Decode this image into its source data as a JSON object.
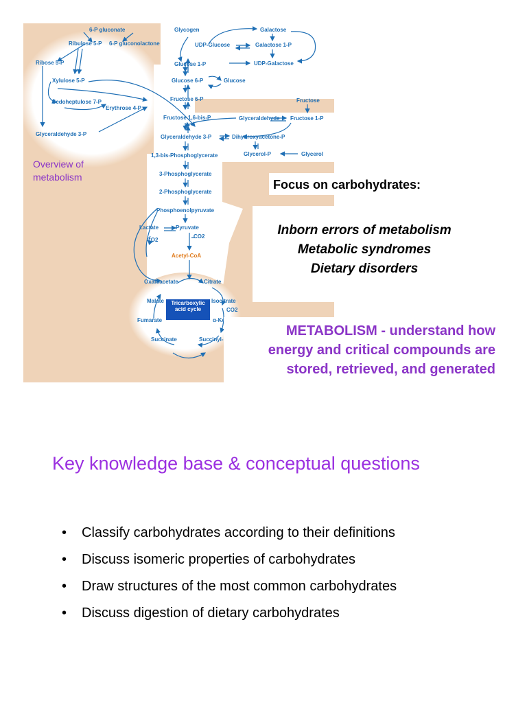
{
  "figure": {
    "pathway_labels": {
      "p6_gluconate": "6-P gluconate",
      "ribulose_5p": "Ribulose 5-P",
      "p6_gluconolactone": "6-P gluconolactone",
      "ribose_5p": "Ribose 5-P",
      "xylulose_5p": "Xylulose 5-P",
      "sedoheptulose_7p": "Sedoheptulose 7-P",
      "erythrose_4p": "Erythrose 4-P",
      "glyceraldehyde_3p_left": "Glyceraldehyde 3-P",
      "glycogen": "Glycogen",
      "udp_glucose": "UDP-Glucose",
      "galactose": "Galactose",
      "galactose_1p": "Galactose 1-P",
      "udp_galactose": "UDP-Galactose",
      "glucose_1p": "Glucose 1-P",
      "glucose_6p": "Glucose 6-P",
      "glucose": "Glucose",
      "fructose_6p": "Fructose 6-P",
      "fructose": "Fructose",
      "fructose_16bisp": "Fructose 1,6-bis-P",
      "glyceraldehyde": "Glyceraldehyde",
      "fructose_1p": "Fructose 1-P",
      "glyceraldehyde_3p": "Glyceraldehyde 3-P",
      "dhap": "Dihydroxyacetone-P",
      "bpg": "1,3-bis-Phosphoglycerate",
      "glycerol_p": "Glycerol-P",
      "glycerol": "Glycerol",
      "pg3": "3-Phosphoglycerate",
      "pg2": "2-Phosphoglycerate",
      "pep": "Phosphoenolpyruvate",
      "lactate": "Lactate",
      "pyruvate": "Pyruvate",
      "co2_a": "CO2",
      "co2_b": "CO2",
      "acetyl_coa": "Acetyl-CoA",
      "oxaloacetate": "Oxaloacetate",
      "citrate": "Citrate",
      "malate": "Malate",
      "isocitrate": "Isocitrate",
      "co2_c": "CO2",
      "fumarate": "Fumarate",
      "alpha_kg": "α-Ketoglutarate",
      "succinate": "Succinate",
      "succinyl": "Succinyl-CoA",
      "tca_box": "Tricarboxylic acid cycle"
    },
    "overview_caption": "Overview of metabolism",
    "colors": {
      "background": "#efd3b8",
      "pathway": "#1f6fb5",
      "highlight": "#e07b1c",
      "tca_box": "#1552b8"
    }
  },
  "focus": {
    "title": "Focus on carbohydrates:",
    "items": [
      "Inborn errors of metabolism",
      "Metabolic syndromes",
      "Dietary disorders"
    ]
  },
  "metabolism": {
    "lines": [
      "METABOLISM - understand how",
      "energy and critical compounds are",
      "stored, retrieved, and generated"
    ]
  },
  "key_heading": "Key knowledge base & conceptual questions",
  "bullets": [
    "Classify carbohydrates according to their definitions",
    "Discuss isomeric properties of carbohydrates",
    "Draw structures of the most common carbohydrates",
    "Discuss digestion of dietary carbohydrates"
  ],
  "colors": {
    "purple": "#8b35c7",
    "heading_purple": "#9b30e0"
  }
}
